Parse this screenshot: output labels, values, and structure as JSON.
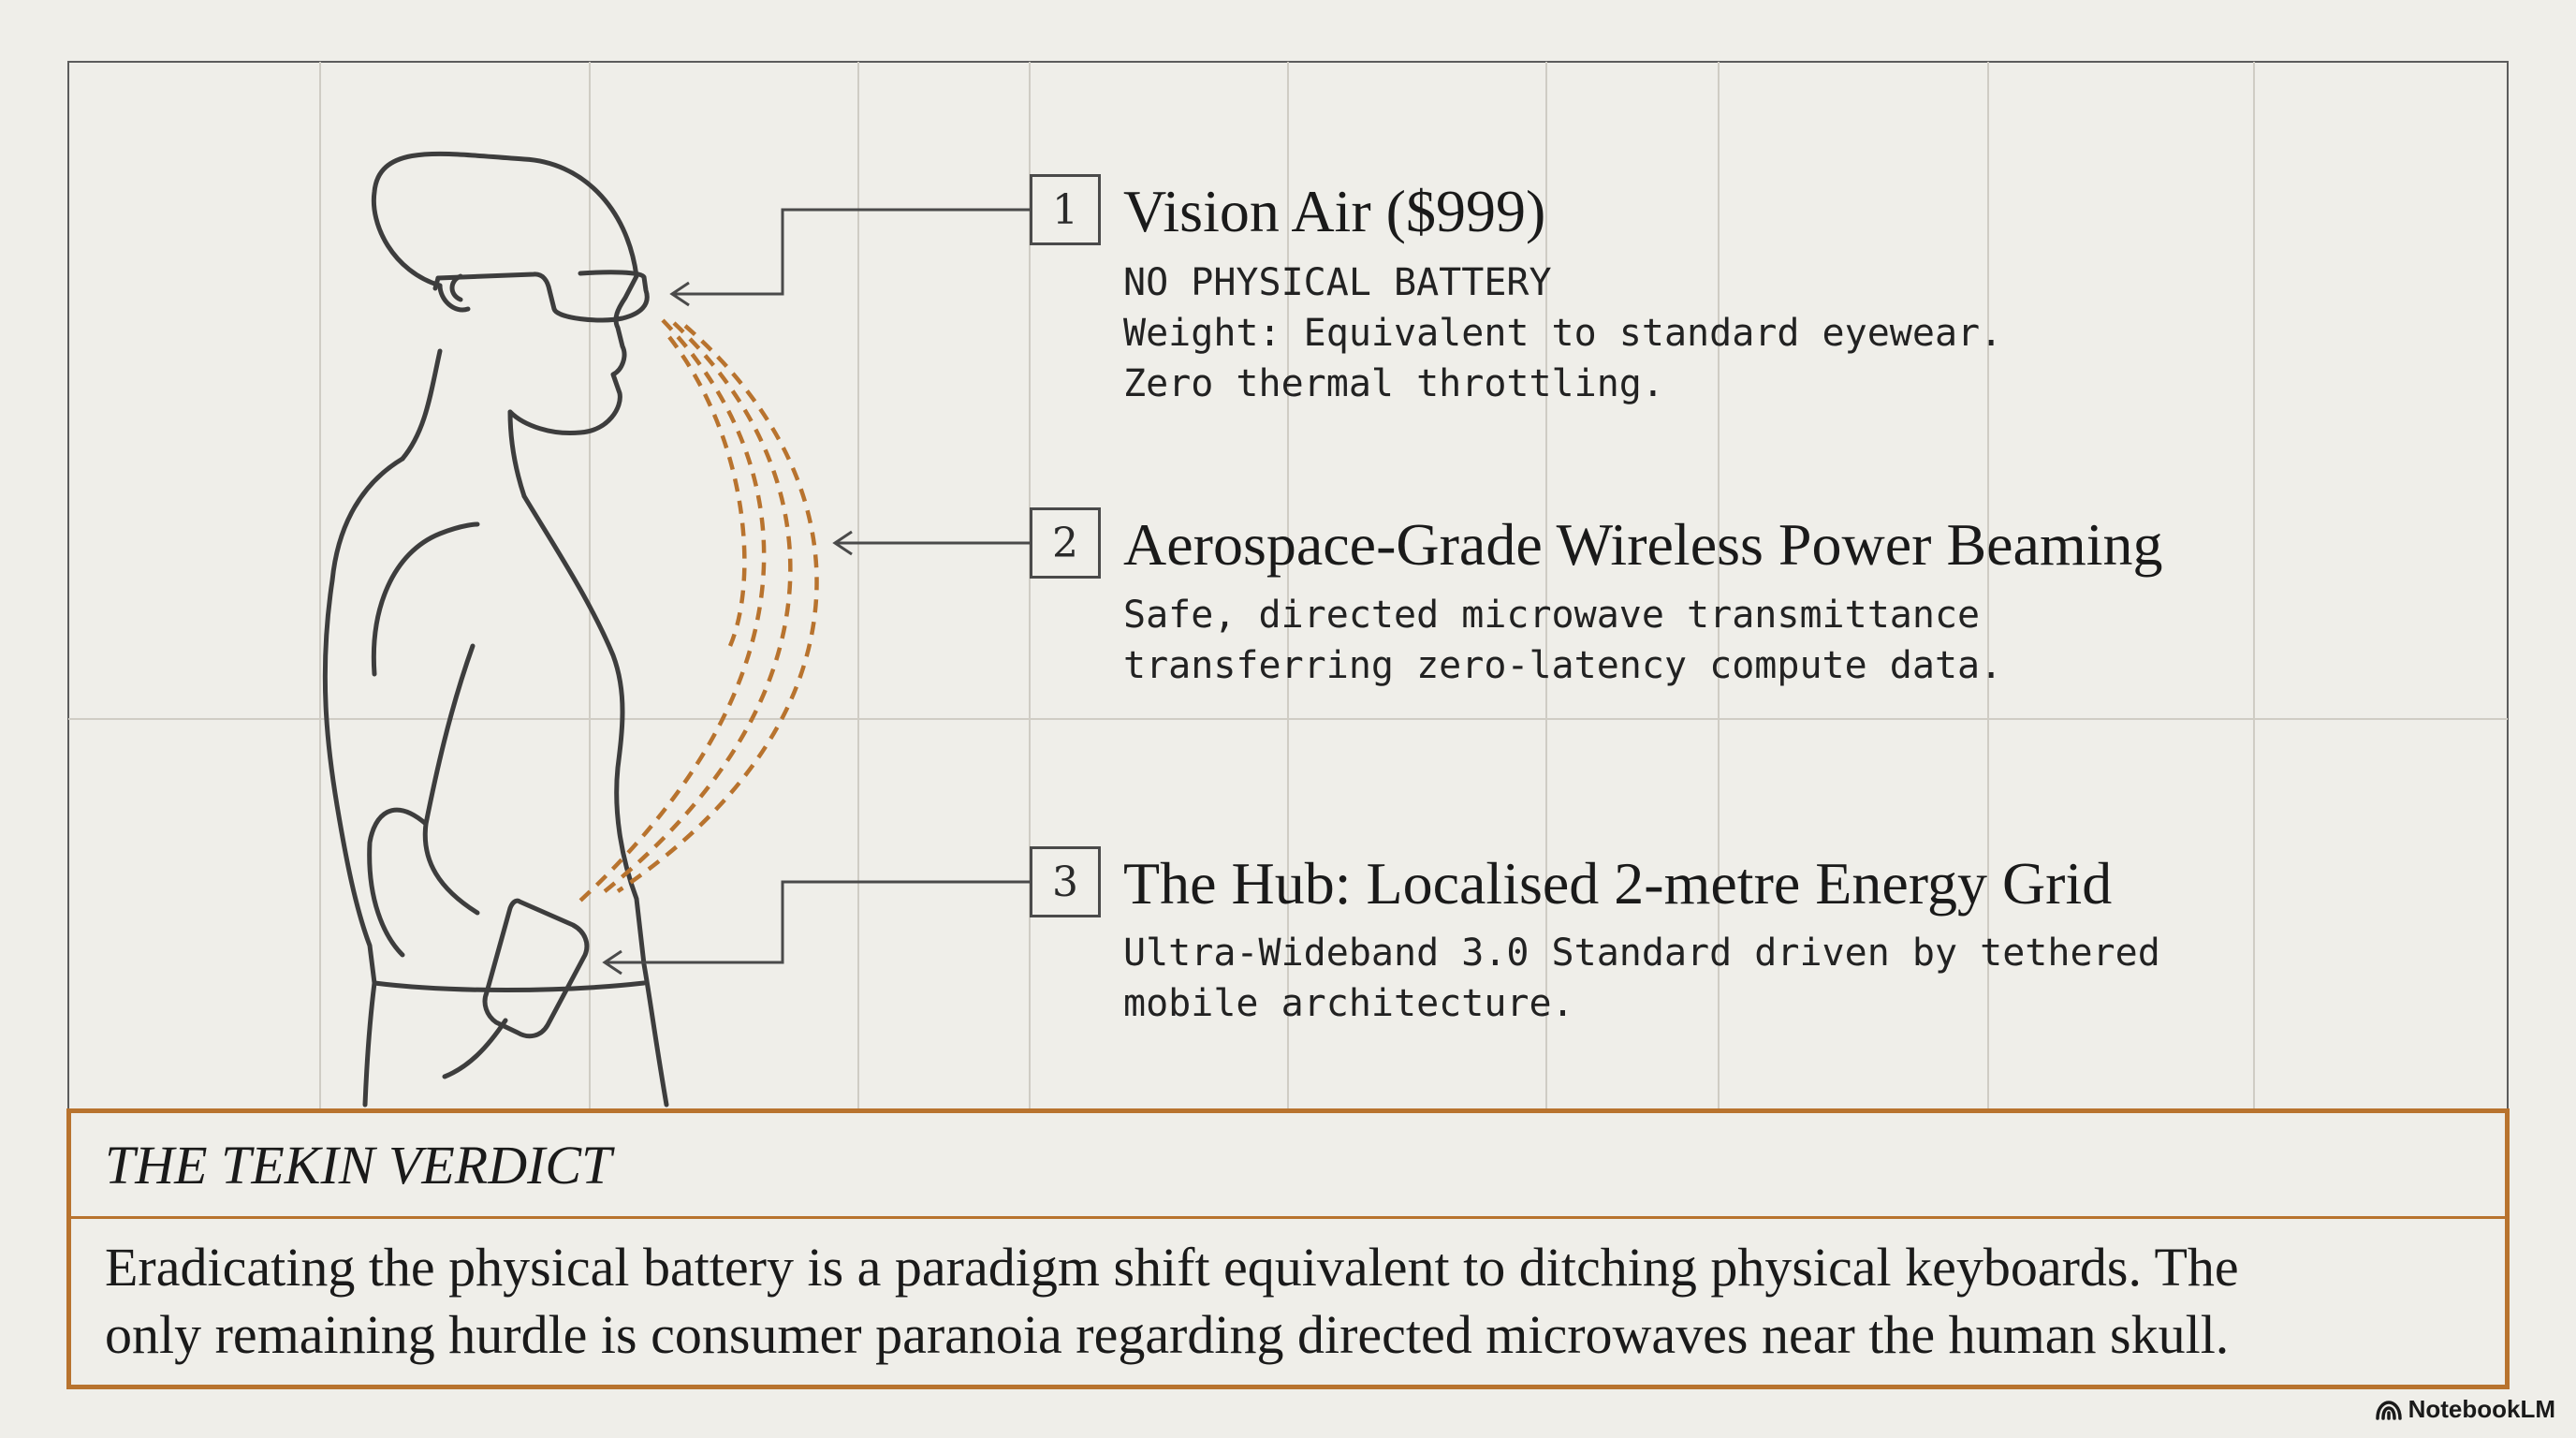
{
  "callouts": [
    {
      "number": "1",
      "title": "Vision Air ($999)",
      "lines": [
        "NO PHYSICAL BATTERY",
        "Weight: Equivalent to standard eyewear.",
        "Zero thermal throttling."
      ]
    },
    {
      "number": "2",
      "title": "Aerospace-Grade Wireless Power Beaming",
      "lines": [
        "Safe, directed microwave transmittance",
        "transferring zero-latency compute data."
      ]
    },
    {
      "number": "3",
      "title": "The Hub: Localised 2-metre Energy Grid",
      "lines": [
        "Ultra-Wideband 3.0 Standard driven by tethered",
        "mobile architecture."
      ]
    }
  ],
  "verdict": {
    "heading": "THE TEKIN VERDICT",
    "line1": "Eradicating the physical battery is a paradigm shift equivalent to ditching physical keyboards. The",
    "line2": "only remaining hurdle is consumer paranoia regarding directed microwaves near the human skull."
  },
  "brand": {
    "label": "NotebookLM"
  },
  "colors": {
    "accent": "#b8732e",
    "line": "#4a4a4a",
    "background": "#efeee9"
  }
}
